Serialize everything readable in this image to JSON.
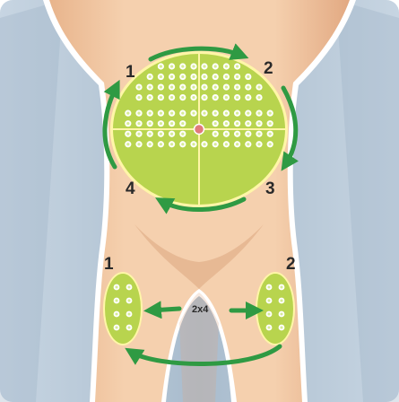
{
  "diagram": {
    "abdomen_zones": [
      {
        "number": "1",
        "id": "upper-left"
      },
      {
        "number": "2",
        "id": "upper-right"
      },
      {
        "number": "3",
        "id": "lower-right"
      },
      {
        "number": "4",
        "id": "lower-left"
      }
    ],
    "thigh_zones": [
      {
        "number": "1",
        "id": "left-thigh"
      },
      {
        "number": "2",
        "id": "right-thigh"
      }
    ],
    "thigh_rotation_label": "2x4",
    "colors": {
      "background": "#b7c8d8",
      "skin": "#f0c7a3",
      "skin_shadow": "#dba57f",
      "zone_fill": "#b8d44e",
      "zone_stroke": "#fff6a8",
      "dot_fill": "#ffffff",
      "dot_center": "#d6eb96",
      "arrow": "#2f9a43",
      "navel": "#e07a7a"
    }
  }
}
